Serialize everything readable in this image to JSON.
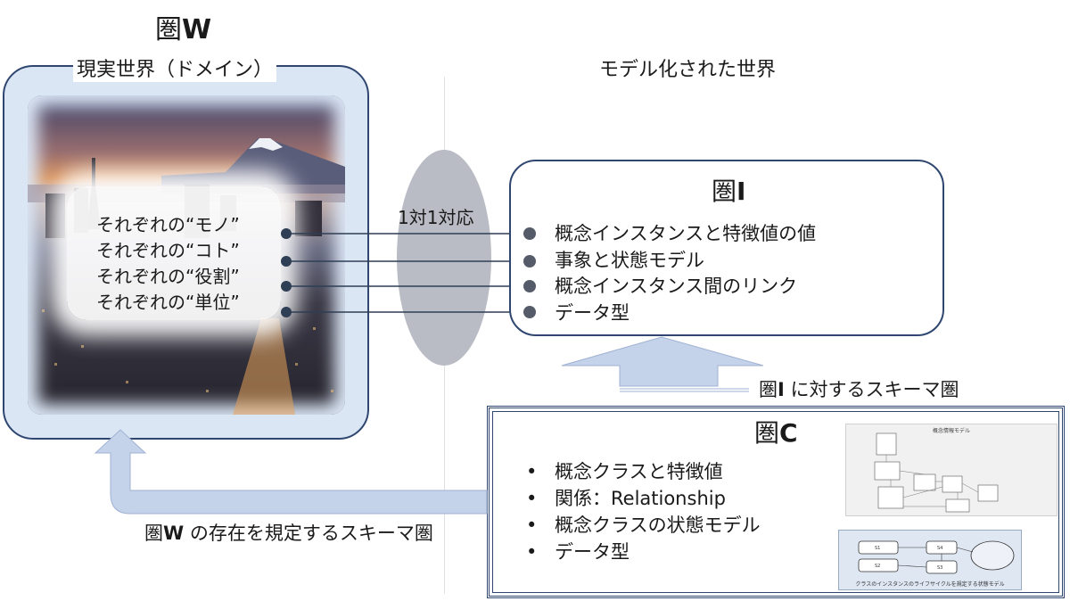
{
  "category_w": {
    "title_prefix": "圏",
    "title_bold": "W",
    "domain_label": "現実世界（ドメイン）",
    "items": [
      "それぞれの“モノ”",
      "それぞれの“コト”",
      "それぞれの“役割”",
      "それぞれの“単位”"
    ]
  },
  "modeled_world_label": "モデル化された世界",
  "correspondence_label": "1対1対応",
  "category_i": {
    "title_prefix": "圏",
    "title_bold": "I",
    "items": [
      "概念インスタンスと特徴値の値",
      "事象と状態モデル",
      "概念インスタンス間のリンク",
      "データ型"
    ]
  },
  "schema_i_label": {
    "prefix": "圏",
    "bold": "I",
    "rest": " に対するスキーマ圏"
  },
  "category_c": {
    "title_prefix": "圏",
    "title_bold": "C",
    "items": [
      "概念クラスと特徴値",
      "関係：Relationship",
      "概念クラスの状態モデル",
      "データ型"
    ],
    "thumbnail_title": "概念情報モデル",
    "thumbnail_caption": "クラスのインスタンスのライフサイクルを規定する状態モデル"
  },
  "schema_w_label": {
    "prefix": "圏",
    "bold": "W",
    "rest": " の存在を規定するスキーマ圏"
  },
  "colors": {
    "border": "#2f4770",
    "panel_w_fill": "#dbe6f5",
    "arrow_fill": "#c5d3ea",
    "ellipse": "#b9bcc4"
  }
}
